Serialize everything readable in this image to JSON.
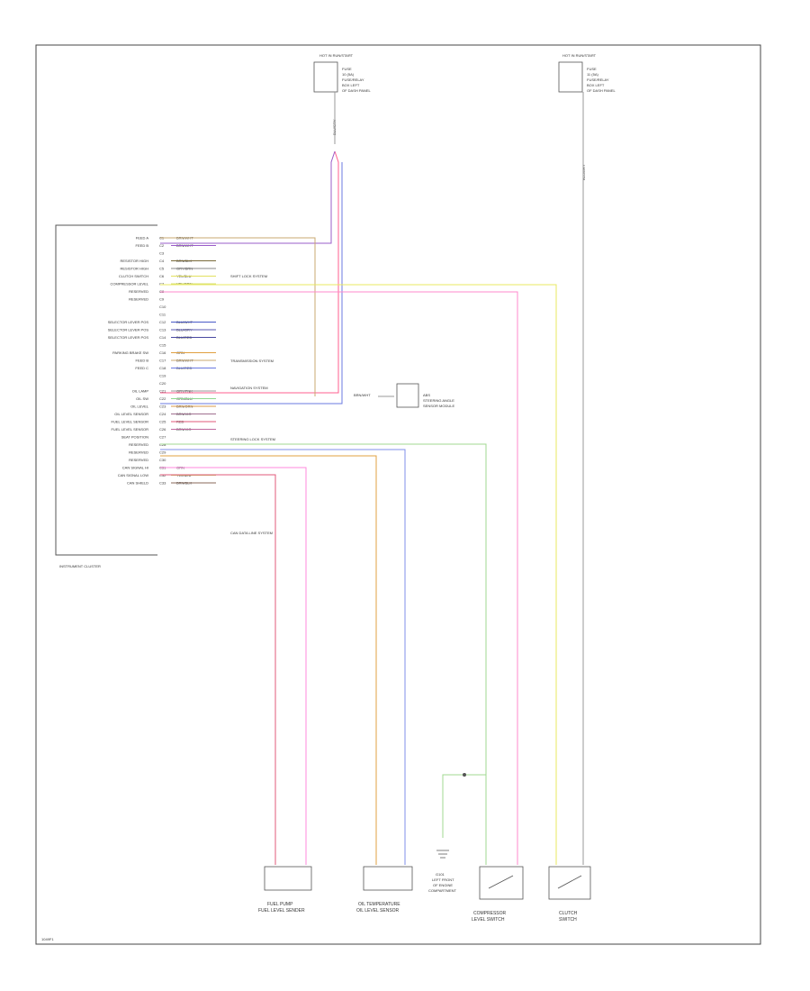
{
  "diagram": {
    "footer_code": "1049F1",
    "cluster_title": "INSTRUMENT CLUSTER",
    "pins": [
      {
        "label": "FEED A",
        "pin": "C1",
        "wire": "BRN/WHT",
        "color": "#c8a870"
      },
      {
        "label": "FEED B",
        "pin": "C2",
        "wire": "BRN/WHT",
        "color": "#9a5cc8"
      },
      {
        "label": "",
        "pin": "C3",
        "wire": "",
        "color": ""
      },
      {
        "label": "RESISTOR HIGH",
        "pin": "C4",
        "wire": "BRN/BLK",
        "color": "#7a6a3a"
      },
      {
        "label": "RESISTOR HIGH",
        "pin": "C5",
        "wire": "GRY/BRN",
        "color": "#8a8a8a"
      },
      {
        "label": "CLUTCH SWITCH",
        "pin": "C6",
        "wire": "YEL/BLU",
        "color": "#e2e060"
      },
      {
        "label": "COMPRESSOR LEVEL",
        "pin": "C7",
        "wire": "YEL/GRN",
        "color": "#d8e070"
      },
      {
        "label": "RESERVED",
        "pin": "C8",
        "wire": "",
        "color": ""
      },
      {
        "label": "RESERVED",
        "pin": "C9",
        "wire": "",
        "color": ""
      },
      {
        "label": "",
        "pin": "C10",
        "wire": "",
        "color": ""
      },
      {
        "label": "",
        "pin": "C11",
        "wire": "",
        "color": ""
      },
      {
        "label": "SELECTOR LEVER POS",
        "pin": "C12",
        "wire": "BLU/WHT",
        "color": "#4a5ac8"
      },
      {
        "label": "SELECTOR LEVER POS",
        "pin": "C13",
        "wire": "BLU/GRY",
        "color": "#5a5ab0"
      },
      {
        "label": "SELECTOR LEVER POS",
        "pin": "C14",
        "wire": "BLU/RED",
        "color": "#4a4aa0"
      },
      {
        "label": "",
        "pin": "C15",
        "wire": "",
        "color": ""
      },
      {
        "label": "PARKING BRAKE SW",
        "pin": "C16",
        "wire": "ORN",
        "color": "#e0a040"
      },
      {
        "label": "FEED B",
        "pin": "C17",
        "wire": "BRN/WHT",
        "color": "#c8a870"
      },
      {
        "label": "FEED C",
        "pin": "C18",
        "wire": "BLU/RED",
        "color": "#6a7ae0"
      },
      {
        "label": "",
        "pin": "C19",
        "wire": "",
        "color": ""
      },
      {
        "label": "",
        "pin": "C20",
        "wire": "",
        "color": ""
      },
      {
        "label": "OIL LAMP",
        "pin": "C21",
        "wire": "GRY/PNK",
        "color": "#9a9a9a"
      },
      {
        "label": "OIL SW",
        "pin": "C22",
        "wire": "GRN/BLU",
        "color": "#90d890"
      },
      {
        "label": "OIL LEVEL",
        "pin": "C23",
        "wire": "BRN/ORN",
        "color": "#d89848"
      },
      {
        "label": "OIL LEVEL SENSOR",
        "pin": "C24",
        "wire": "BRN/VIO",
        "color": "#a07090"
      },
      {
        "label": "FUEL LEVEL SENSOR",
        "pin": "C25",
        "wire": "RED",
        "color": "#e05a7a"
      },
      {
        "label": "FUEL LEVEL SENSOR",
        "pin": "C26",
        "wire": "BRN/VIO",
        "color": "#c06aa0"
      },
      {
        "label": "SEAT POSITION",
        "pin": "C27",
        "wire": "",
        "color": ""
      },
      {
        "label": "RESERVED",
        "pin": "C28",
        "wire": "",
        "color": ""
      },
      {
        "label": "RESERVED",
        "pin": "C29",
        "wire": "",
        "color": ""
      },
      {
        "label": "RESERVED",
        "pin": "C30",
        "wire": "",
        "color": ""
      },
      {
        "label": "CAN SIGNAL HI",
        "pin": "C31",
        "wire": "GRN",
        "color": "#70b870"
      },
      {
        "label": "CAN SIGNAL LOW",
        "pin": "C32",
        "wire": "YEL/BLU",
        "color": "#c8c870"
      },
      {
        "label": "CAN SHIELD",
        "pin": "C33",
        "wire": "BRN/BLK",
        "color": "#8a6a5a"
      }
    ],
    "system_labels": {
      "shift_lock": "SHIFT LOCK SYSTEM",
      "transmission": "TRANSMISSION SYSTEM",
      "navigation": "NAVIGATION SYSTEM",
      "steering_lock": "STEERING LOCK SYSTEM",
      "can_bus": "CAN DATA LINE SYSTEM"
    },
    "fuse_blocks": [
      {
        "title": "HOT IN RUN/START",
        "lines": [
          "FUSE",
          "10 (5A)",
          "FUSE/RELAY",
          "BOX LEFT",
          "OF DASH PANEL"
        ],
        "wire": "BLU/GRY"
      },
      {
        "title": "HOT IN RUN/START",
        "lines": [
          "FUSE",
          "11 (5A)",
          "FUSE/RELAY",
          "BOX LEFT",
          "OF DASH PANEL"
        ],
        "wire": "BLU/GRY"
      }
    ],
    "side_device": {
      "wire": "BRN/WHT",
      "lines": [
        "ABS",
        "STEERING ANGLE",
        "SENSOR MODULE"
      ]
    },
    "components": [
      {
        "name": "fuel-pump-level-sensor",
        "lines": [
          "FUEL PUMP",
          "FUEL LEVEL SENDER"
        ]
      },
      {
        "name": "oil-temperature-level-sensor",
        "lines": [
          "OIL TEMPERATURE",
          "OIL LEVEL SENSOR"
        ]
      },
      {
        "name": "ground-point",
        "lines": [
          "G101",
          "LEFT FRONT",
          "OF ENGINE",
          "COMPARTMENT"
        ]
      },
      {
        "name": "compressor-level-switch",
        "lines": [
          "COMPRESSOR",
          "LEVEL SWITCH"
        ]
      },
      {
        "name": "clutch-switch",
        "lines": [
          "CLUTCH",
          "SWITCH"
        ]
      }
    ]
  }
}
